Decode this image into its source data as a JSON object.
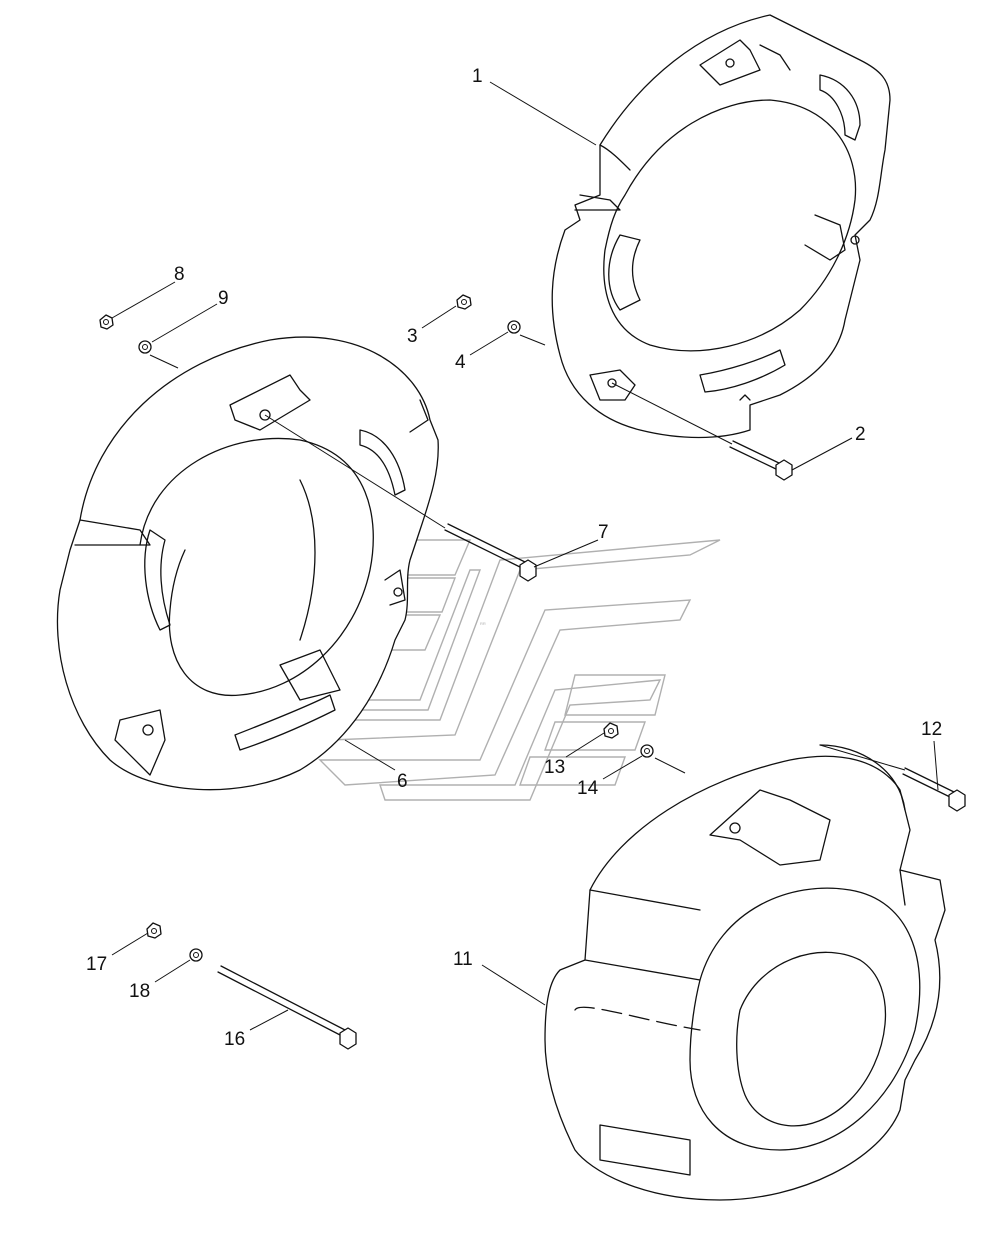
{
  "diagram": {
    "callouts": [
      {
        "id": "c1",
        "label": "1"
      },
      {
        "id": "c2",
        "label": "2"
      },
      {
        "id": "c3",
        "label": "3"
      },
      {
        "id": "c4",
        "label": "4"
      },
      {
        "id": "c6",
        "label": "6"
      },
      {
        "id": "c7",
        "label": "7"
      },
      {
        "id": "c8",
        "label": "8"
      },
      {
        "id": "c9",
        "label": "9"
      },
      {
        "id": "c11",
        "label": "11"
      },
      {
        "id": "c12",
        "label": "12"
      },
      {
        "id": "c13",
        "label": "13"
      },
      {
        "id": "c14",
        "label": "14"
      },
      {
        "id": "c16",
        "label": "16"
      },
      {
        "id": "c17",
        "label": "17"
      },
      {
        "id": "c18",
        "label": "18"
      }
    ]
  }
}
